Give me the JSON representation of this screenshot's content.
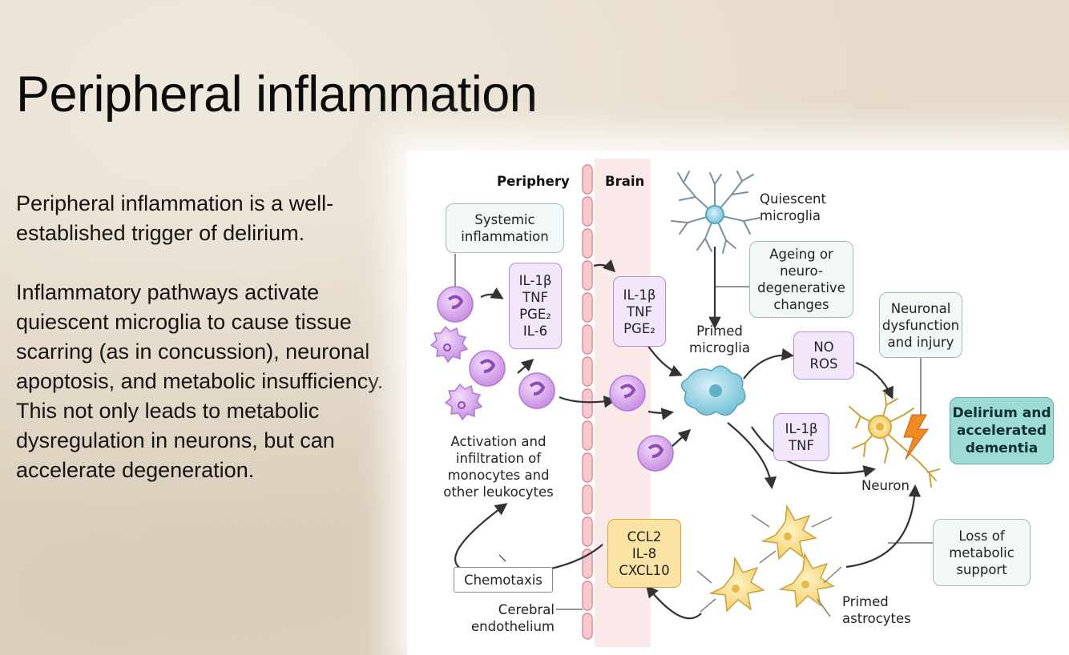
{
  "slide": {
    "title": "Peripheral inflammation",
    "paragraphs": [
      "Peripheral inflammation is a well-established trigger of delirium.",
      "Inflammatory pathways activate quiescent microglia to cause tissue scarring (as in concussion), neuronal apoptosis, and metabolic insufficiency. This not only leads to metabolic dysregulation in neurons, but can accelerate degeneration."
    ]
  },
  "diagram": {
    "header_periphery": "Periphery",
    "header_brain": "Brain",
    "systemic_inflammation": "Systemic\ninflammation",
    "periphery_cytokines": "IL-1β\nTNF\nPGE₂\nIL-6",
    "brain_cytokines": "IL-1β\nTNF\nPGE₂",
    "quiescent_microglia": "Quiescent\nmicroglia",
    "ageing_changes": "Ageing or\nneuro-\ndegenerative\nchanges",
    "primed_microglia": "Primed\nmicroglia",
    "no_ros": "NO\nROS",
    "neuronal_dysfunction": "Neuronal\ndysfunction\nand injury",
    "delirium_outcome": "Delirium and\naccelerated\ndementia",
    "microglia_cytokines": "IL-1β\nTNF",
    "neuron": "Neuron",
    "activation_text": "Activation and\ninfiltration of\nmonocytes and\nother leukocytes",
    "chemokines": "CCL2\nIL-8\nCXCL10",
    "chemotaxis": "Chemotaxis",
    "loss_support": "Loss of\nmetabolic\nsupport",
    "primed_astrocytes": "Primed\nastrocytes",
    "cerebral_endothelium": "Cerebral\nendothelium"
  },
  "colors": {
    "note_border": "#9cbdbd",
    "cytokine_fill": "#f2e6fa",
    "chemokine_fill": "#fbe3a6",
    "outcome_fill": "#9edbd6",
    "monocyte": "#d9a9ef",
    "microglia": "#8fd0e3",
    "astrocyte": "#f8d97a",
    "endothelium": "#f6c9cc"
  }
}
